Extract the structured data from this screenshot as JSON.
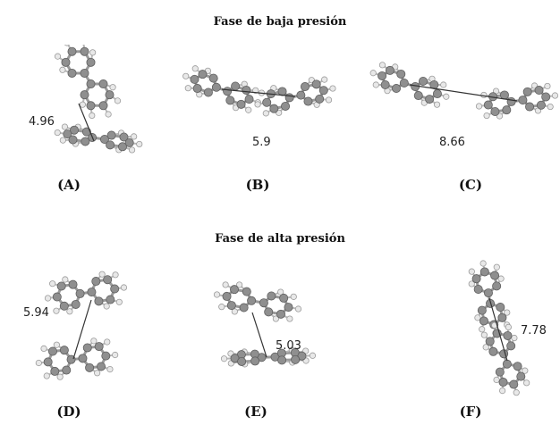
{
  "phases": {
    "low": "Fase de baja presión",
    "high": "Fase de alta presión"
  },
  "panels": [
    {
      "id": "A",
      "label": "(A)",
      "distance": "4.96"
    },
    {
      "id": "B",
      "label": "(B)",
      "distance": "5.9"
    },
    {
      "id": "C",
      "label": "(C)",
      "distance": "8.66"
    },
    {
      "id": "D",
      "label": "(D)",
      "distance": "5.94"
    },
    {
      "id": "E",
      "label": "(E)",
      "distance": "5.03"
    },
    {
      "id": "F",
      "label": "(F)",
      "distance": "7.78"
    }
  ],
  "colors": {
    "carbon": "#8f8f8f",
    "hydrogen": "#e8e8e8",
    "bond": "#9a9a9a",
    "distance_line": "#333333"
  }
}
